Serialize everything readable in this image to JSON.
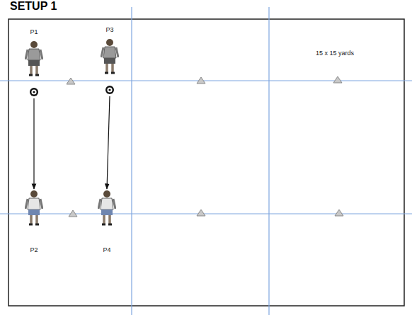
{
  "diagram": {
    "title": "SETUP 1",
    "nodes": [
      {
        "text": [
          "P1"
        ]
      },
      {
        "text": [
          "P3"
        ]
      },
      {
        "text": [
          "P2"
        ]
      },
      {
        "text": [
          "P4"
        ]
      }
    ],
    "edges": [
      {
        "from": 0,
        "to": 2,
        "arrow": "to"
      },
      {
        "from": 1,
        "to": 3,
        "arrow": "to"
      }
    ],
    "labels": [
      "15 x 15 yards"
    ]
  }
}
